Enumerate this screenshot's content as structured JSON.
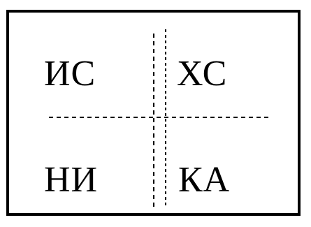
{
  "quadrants": {
    "top_left": "ИС",
    "top_right": "ХС",
    "bottom_left": "НИ",
    "bottom_right": "КА"
  },
  "colors": {
    "ink": "#000000",
    "background": "#ffffff"
  }
}
